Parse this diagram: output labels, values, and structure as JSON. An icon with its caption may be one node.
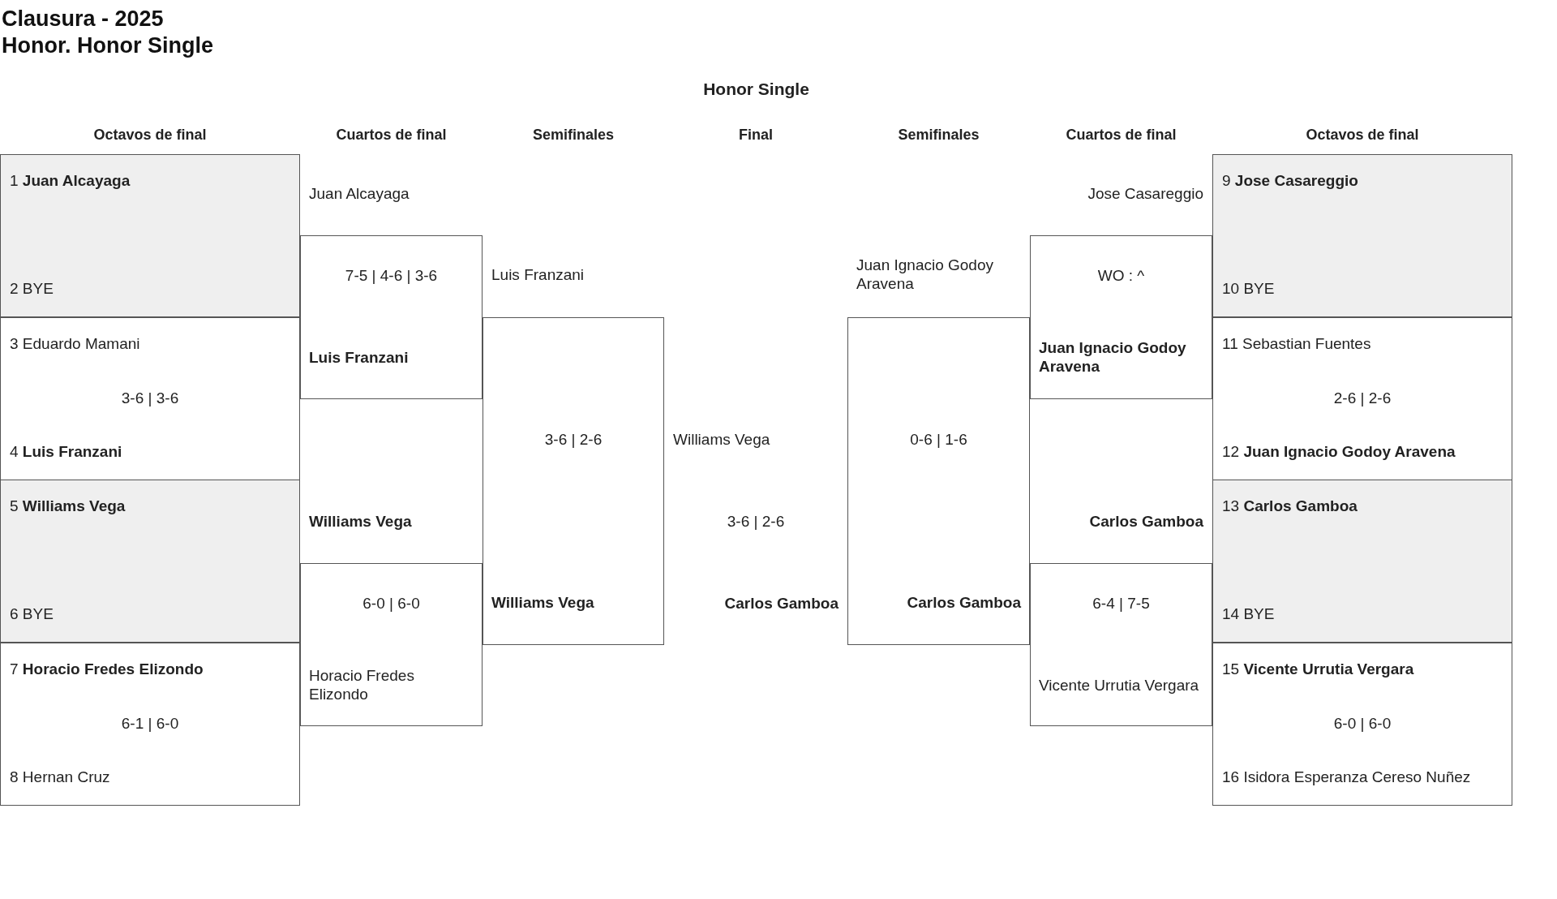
{
  "diagram": {
    "title": "Clausura - 2025",
    "nodes": [
      {
        "text": [
          "1 **Juan Alcayaga**",
          "2 BYE"
        ]
      },
      {
        "text": [
          "3 Eduardo Mamani",
          "3-6 | 3-6",
          "4 **Luis Franzani**"
        ]
      },
      {
        "text": [
          "5 **Williams Vega**",
          "6 BYE"
        ]
      },
      {
        "text": [
          "7 **Horacio Fredes Elizondo**",
          "6-1 | 6-0",
          "8 Hernan Cruz"
        ]
      },
      {
        "text": [
          "Juan Alcayaga",
          "7-5 | 4-6 | 3-6",
          "**Luis Franzani**"
        ]
      },
      {
        "text": [
          "**Williams Vega**",
          "6-0 | 6-0",
          "Horacio Fredes Elizondo"
        ]
      },
      {
        "text": [
          "Luis Franzani",
          "3-6 | 2-6",
          "**Williams Vega**"
        ]
      },
      {
        "text": [
          "Williams Vega",
          "3-6 | 2-6",
          "**Carlos Gamboa**"
        ]
      },
      {
        "text": [
          "Juan Ignacio Godoy Aravena",
          "0-6 | 1-6",
          "**Carlos Gamboa**"
        ]
      },
      {
        "text": [
          "Jose Casareggio",
          "WO : ^",
          "**Juan Ignacio Godoy Aravena**"
        ]
      },
      {
        "text": [
          "**Carlos Gamboa**",
          "6-4 | 7-5",
          "Vicente Urrutia Vergara"
        ]
      },
      {
        "text": [
          "9 **Jose Casareggio**",
          "10 BYE"
        ]
      },
      {
        "text": [
          "11 Sebastian Fuentes",
          "2-6 | 2-6",
          "12 **Juan Ignacio Godoy Aravena**"
        ]
      },
      {
        "text": [
          "13 **Carlos Gamboa**",
          "14 BYE"
        ]
      },
      {
        "text": [
          "15 **Vicente Urrutia Vergara**",
          "6-0 | 6-0",
          "16 Isidora Esperanza Cereso Nuñez"
        ]
      }
    ],
    "labels": [
      "Honor. Honor Single",
      "Honor Single",
      "Octavos de final",
      "Cuartos de final",
      "Semifinales",
      "Final",
      "Semifinales",
      "Cuartos de final",
      "Octavos de final"
    ]
  }
}
